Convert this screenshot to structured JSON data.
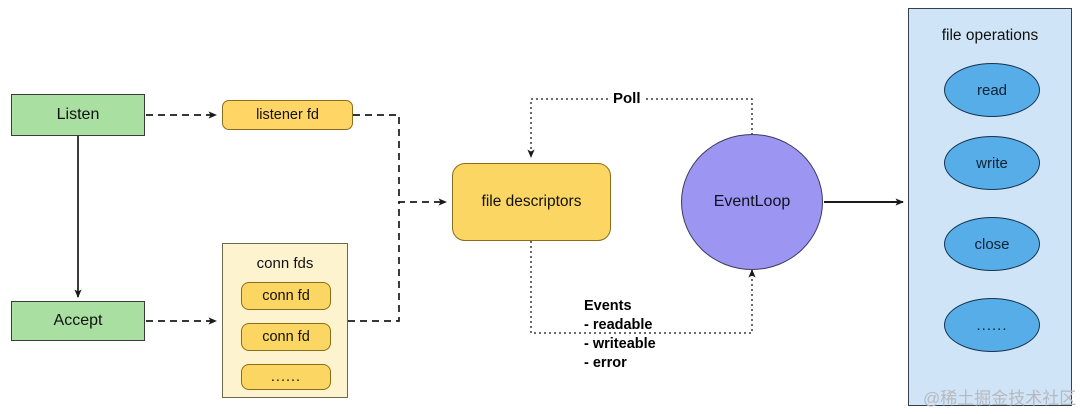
{
  "diagram": {
    "title": "Event loop / file descriptor polling diagram",
    "nodes": {
      "listen": {
        "label": "Listen",
        "color": "#a9dfa0"
      },
      "accept": {
        "label": "Accept",
        "color": "#a9dfa0"
      },
      "listener_fd": {
        "label": "listener fd",
        "color": "#ffd666"
      },
      "conn_fds": {
        "title": "conn fds",
        "color": "#fdf3cf",
        "items": [
          {
            "label": "conn fd"
          },
          {
            "label": "conn fd"
          },
          {
            "label": "......"
          }
        ]
      },
      "file_descriptors": {
        "label": "file descriptors",
        "color": "#fcd662"
      },
      "eventloop": {
        "label": "EventLoop",
        "color": "#9d95f2"
      },
      "file_operations": {
        "title": "file operations",
        "color": "#cfe4f7",
        "items": [
          {
            "label": "read"
          },
          {
            "label": "write"
          },
          {
            "label": "close"
          },
          {
            "label": "......"
          }
        ]
      }
    },
    "edges": {
      "poll_label": "Poll",
      "events": {
        "title": "Events",
        "items": [
          "- readable",
          "- writeable",
          "- error"
        ]
      }
    },
    "watermark": "@稀土掘金技术社区"
  }
}
